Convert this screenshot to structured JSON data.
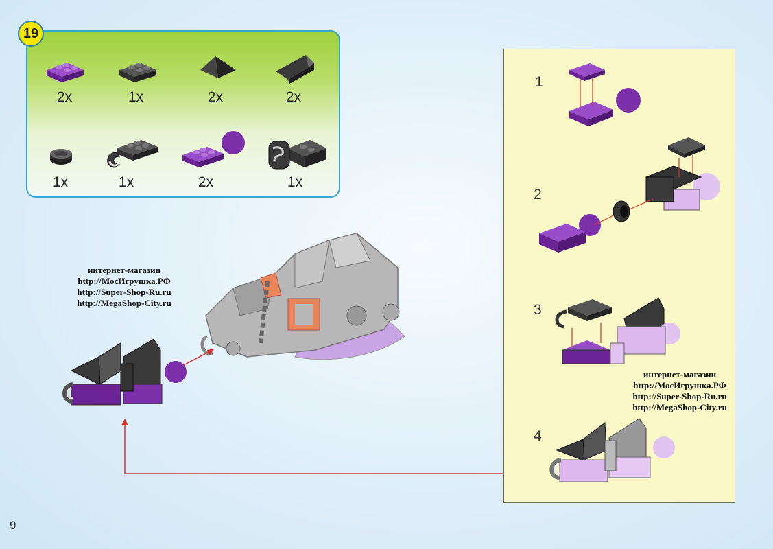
{
  "step": {
    "number": "19"
  },
  "parts": [
    {
      "qty": "2x",
      "icon": "purple-2x2-plate-icon"
    },
    {
      "qty": "1x",
      "icon": "black-2x2-plate-icon"
    },
    {
      "qty": "2x",
      "icon": "black-pyramid-slope-icon"
    },
    {
      "qty": "2x",
      "icon": "black-corner-slope-icon"
    },
    {
      "qty": "1x",
      "icon": "black-round-cap-icon"
    },
    {
      "qty": "1x",
      "icon": "black-plate-with-clip-icon"
    },
    {
      "qty": "2x",
      "icon": "purple-plate-with-ball-icon"
    },
    {
      "qty": "1x",
      "icon": "black-chain-clip-piece-icon"
    }
  ],
  "substeps": [
    "1",
    "2",
    "3",
    "4"
  ],
  "shop_left": {
    "heading": "интернет-магазин",
    "lines": [
      "http://МосИгрушка.РФ",
      "http://Super-Shop-Ru.ru",
      "http://MegaShop-City.ru"
    ]
  },
  "shop_right": {
    "heading": "интернет-магазин",
    "lines": [
      "http://МосИгрушка.РФ",
      "http://Super-Shop-Ru.ru",
      "http://MegaShop-City.ru"
    ]
  },
  "page_number": "9",
  "colors": {
    "purple": "#7b2fa8",
    "black": "#333333",
    "arrow": "#d9302a",
    "panel_border": "#3aa6cf"
  }
}
